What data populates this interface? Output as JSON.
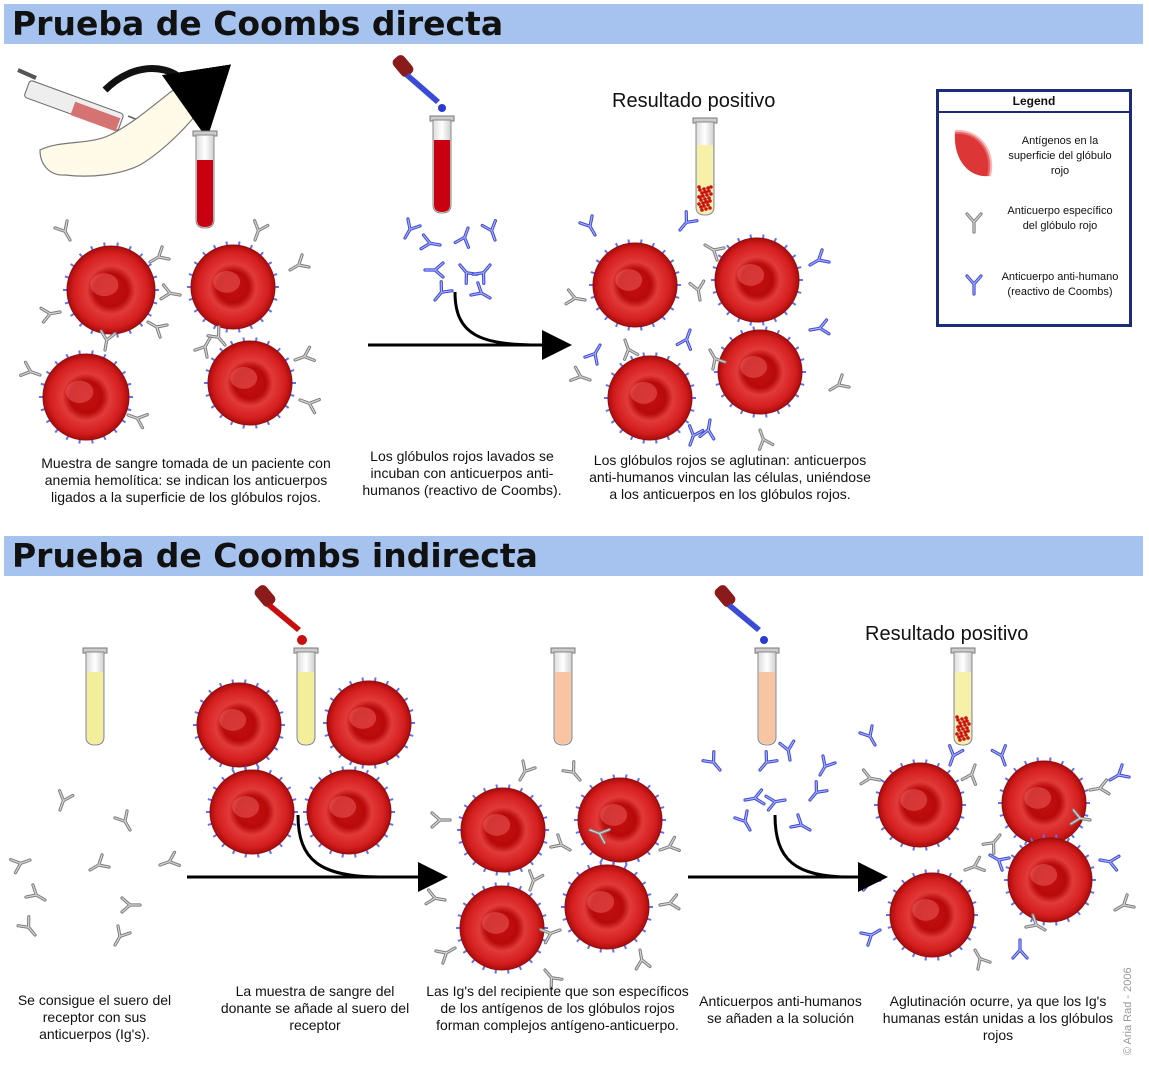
{
  "sections": {
    "direct_title": "Prueba de Coombs directa",
    "indirect_title": "Prueba de Coombs indirecta"
  },
  "direct": {
    "result_label": "Resultado positivo",
    "captions": [
      "Muestra de sangre tomada de un paciente con anemia hemolítica: se indican los anticuerpos ligados a la superficie de los glóbulos rojos.",
      "Los glóbulos rojos lavados se incuban con anticuerpos anti-humanos (reactivo de Coombs).",
      "Los glóbulos rojos se aglutinan: anticuerpos anti-humanos vinculan las células, uniéndose a los anticuerpos en los glóbulos rojos."
    ]
  },
  "indirect": {
    "result_label": "Resultado positivo",
    "captions": [
      "Se consigue el suero del receptor con sus anticuerpos (Ig's).",
      "La muestra de sangre del donante se añade al suero del receptor",
      "Las Ig's del recipiente que son específicos de los antígenos de los glóbulos rojos forman complejos antígeno-anticuerpo.",
      "Anticuerpos anti-humanos se añaden a la solución",
      "Aglutinación ocurre, ya que los Ig's humanas están unidas a los glóbulos rojos"
    ]
  },
  "legend": {
    "title": "Legend",
    "items": [
      {
        "icon": "red-cell-antigen-icon",
        "label": "Antígenos en la superficie del glóbulo rojo"
      },
      {
        "icon": "gray-antibody-icon",
        "label": "Anticuerpo específico del glóbulo rojo"
      },
      {
        "icon": "blue-antibody-icon",
        "label": "Anticuerpo anti-humano (reactivo de Coombs)"
      }
    ]
  },
  "credit": "© Aria Rad - 2006",
  "colors": {
    "banner": "#a5c3ee",
    "red_cell": "#d01c1c",
    "blood": "#c8000f",
    "serum": "#f3ee9a",
    "donor_mix": "#f9c4a2",
    "gray_antibody": "#8a8a8a",
    "blue_antibody": "#4d58e0",
    "legend_border": "#1c2b7a"
  }
}
